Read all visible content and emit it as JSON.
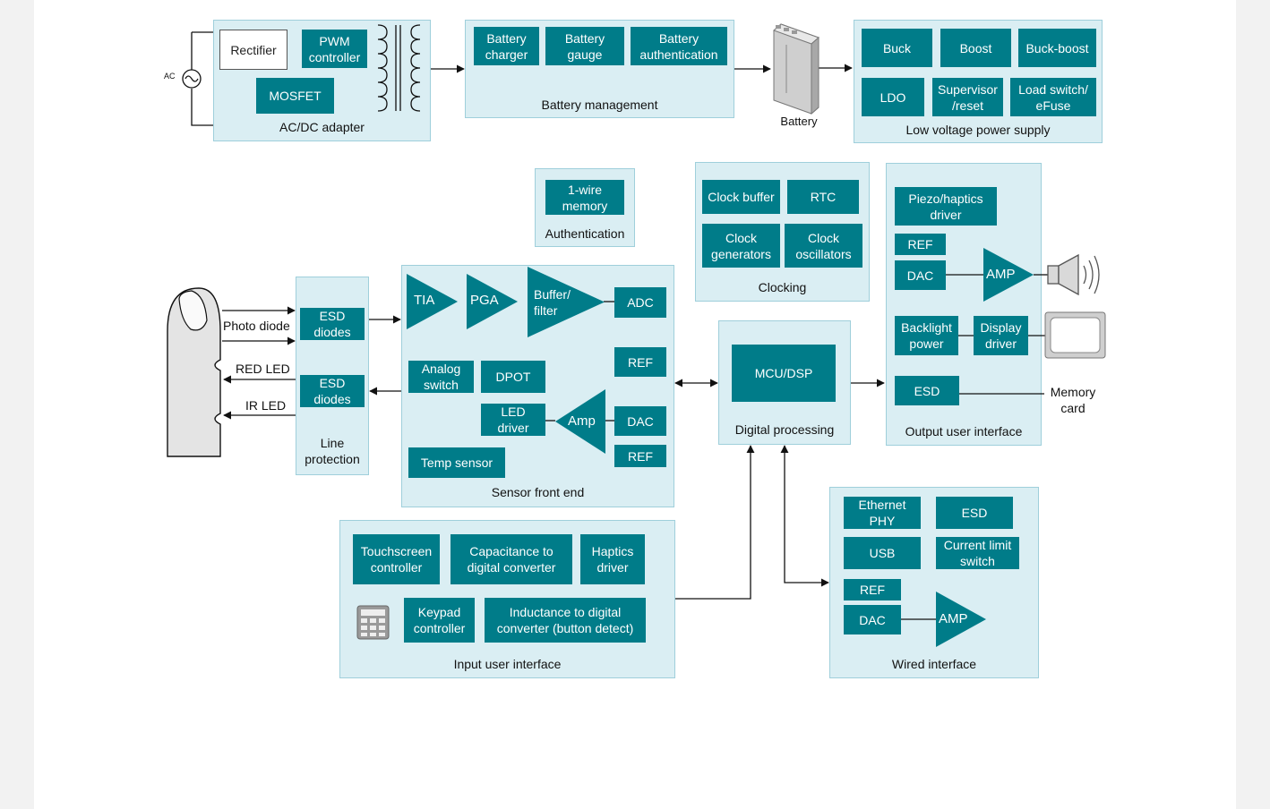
{
  "colors": {
    "block": "#007c89",
    "group_bg": "#daeef3",
    "group_border": "#9fcfdb",
    "wire": "#111111"
  },
  "ac_dc": {
    "title": "AC/DC adapter",
    "ac_label": "AC",
    "ac_source_icon": "ac-source-icon",
    "transformer_icon": "transformer-icon",
    "rectifier": "Rectifier",
    "pwm": "PWM\ncontroller",
    "mosfet": "MOSFET"
  },
  "battery_mgmt": {
    "title": "Battery management",
    "charger": "Battery\ncharger",
    "gauge": "Battery\ngauge",
    "auth": "Battery\nauthentication"
  },
  "battery": {
    "label": "Battery",
    "icon": "battery-icon"
  },
  "lvps": {
    "title": "Low voltage power supply",
    "buck": "Buck",
    "boost": "Boost",
    "buck_boost": "Buck-boost",
    "ldo": "LDO",
    "supervisor": "Supervisor\n/reset",
    "load_switch": "Load switch/\neFuse"
  },
  "auth": {
    "title": "Authentication",
    "memory": "1-wire\nmemory"
  },
  "clocking": {
    "title": "Clocking",
    "buffer": "Clock buffer",
    "rtc": "RTC",
    "generators": "Clock\ngenerators",
    "oscillators": "Clock\noscillators"
  },
  "output_ui": {
    "title": "Output user interface",
    "piezo": "Piezo/haptics\ndriver",
    "ref": "REF",
    "dac": "DAC",
    "amp": "AMP",
    "backlight": "Backlight\npower",
    "display_driver": "Display\ndriver",
    "esd": "ESD",
    "speaker_icon": "speaker-icon",
    "display_icon": "display-icon",
    "memory_card": "Memory\ncard"
  },
  "finger": {
    "icon": "finger-icon",
    "photo_diode": "Photo diode",
    "red_led": "RED LED",
    "ir_led": "IR LED"
  },
  "line_protection": {
    "title": "Line\nprotection",
    "esd1": "ESD\ndiodes",
    "esd2": "ESD\ndiodes"
  },
  "sensor_fe": {
    "title": "Sensor front end",
    "tia": "TIA",
    "pga": "PGA",
    "buffer": "Buffer/\nfilter",
    "adc": "ADC",
    "ref1": "REF",
    "analog_switch": "Analog\nswitch",
    "dpot": "DPOT",
    "led_driver": "LED\ndriver",
    "amp": "Amp",
    "dac": "DAC",
    "ref2": "REF",
    "temp": "Temp sensor"
  },
  "digital": {
    "title": "Digital processing",
    "mcu": "MCU/DSP"
  },
  "input_ui": {
    "title": "Input user interface",
    "touchscreen": "Touchscreen\ncontroller",
    "cdc": "Capacitance to\ndigital converter",
    "haptics": "Haptics\ndriver",
    "keypad_icon": "keypad-icon",
    "keypad": "Keypad\ncontroller",
    "ldc": "Inductance to digital\nconverter (button detect)"
  },
  "wired": {
    "title": "Wired interface",
    "ethernet": "Ethernet\nPHY",
    "esd": "ESD",
    "usb": "USB",
    "current_limit": "Current limit\nswitch",
    "ref": "REF",
    "dac": "DAC",
    "amp": "AMP"
  }
}
